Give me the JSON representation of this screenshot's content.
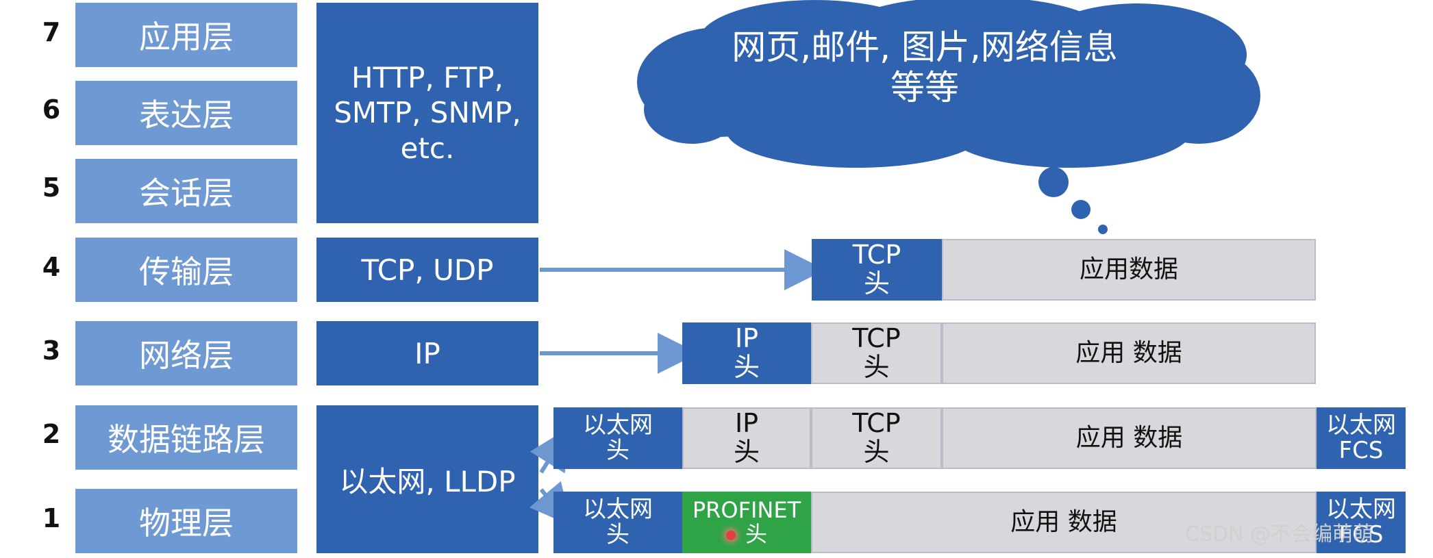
{
  "layers": [
    {
      "num": "7",
      "name": "应用层"
    },
    {
      "num": "6",
      "name": "表达层"
    },
    {
      "num": "5",
      "name": "会话层"
    },
    {
      "num": "4",
      "name": "传输层"
    },
    {
      "num": "3",
      "name": "网络层"
    },
    {
      "num": "2",
      "name": "数据链路层"
    },
    {
      "num": "1",
      "name": "物理层"
    }
  ],
  "protocols": {
    "app": [
      "HTTP, FTP,",
      "SMTP, SNMP,",
      "etc."
    ],
    "transport": "TCP, UDP",
    "network": "IP",
    "link": "以太网, LLDP"
  },
  "cloud": {
    "line1": "网页,邮件, 图片,网络信息",
    "line2": "等等"
  },
  "frames": {
    "tcp_head": [
      "TCP",
      "头"
    ],
    "app_data": "应用数据",
    "app_data_spaced": "应用 数据",
    "ip_head": [
      "IP",
      "头"
    ],
    "eth_head": [
      "以太网",
      "头"
    ],
    "eth_fcs": [
      "以太网",
      "FCS"
    ],
    "profinet_head": [
      "PROFINET",
      "头"
    ]
  },
  "colors": {
    "layer": "#6f99d3",
    "protocol": "#2f63b0",
    "frame_gray": "#d8d8dc",
    "profinet": "#2ea447",
    "arrow": "#6d97d0"
  },
  "watermark": "CSDN @不会编萌萌"
}
